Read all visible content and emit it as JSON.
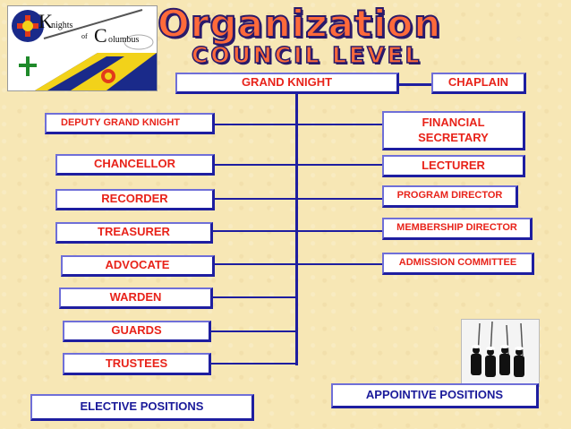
{
  "header": {
    "title": "Organization",
    "subtitle": "COUNCIL LEVEL",
    "logo_text": {
      "k": "K",
      "nights": "nights",
      "of": "of",
      "c": "C",
      "olumbus": "olumbus"
    }
  },
  "chart": {
    "grand_knight": "GRAND KNIGHT",
    "chaplain": "CHAPLAIN",
    "elective": {
      "deputy_grand_knight": "DEPUTY GRAND KNIGHT",
      "chancellor": "CHANCELLOR",
      "recorder": "RECORDER",
      "treasurer": "TREASURER",
      "advocate": "ADVOCATE",
      "warden": "WARDEN",
      "guards": "GUARDS",
      "trustees": "TRUSTEES"
    },
    "appointive": {
      "financial_secretary_line1": "FINANCIAL",
      "financial_secretary_line2": "SECRETARY",
      "lecturer": "LECTURER",
      "program_director": "PROGRAM DIRECTOR",
      "membership_director": "MEMBERSHIP DIRECTOR",
      "admission_committee": "ADMISSION COMMITTEE"
    },
    "legend": {
      "elective_label": "ELECTIVE POSITIONS",
      "appointive_label": "APPOINTIVE POSITIONS"
    }
  },
  "colors": {
    "background": "#f7e7b5",
    "box_text": "#e8231a",
    "legend_text": "#1a1a9a",
    "connector": "#1e1ea0"
  }
}
